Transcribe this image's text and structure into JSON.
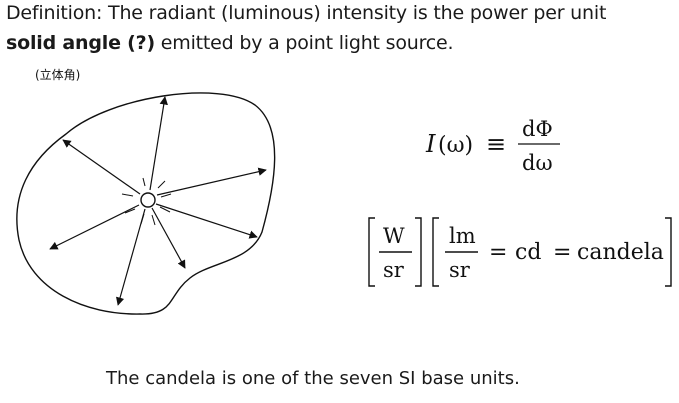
{
  "definition": {
    "line1": "Definition: The radiant (luminous) intensity is the power per unit",
    "line2_bold": "solid angle (?)",
    "line2_rest": " emitted by a point light source."
  },
  "note": "(立体角)",
  "formula1": {
    "lhs_symbol": "I",
    "lhs_arg": "(ω)",
    "relation": "≡",
    "numerator": "dΦ",
    "denominator": "dω"
  },
  "units": {
    "frac1_num": "W",
    "frac1_den": "sr",
    "frac2_num": "lm",
    "frac2_den": "sr",
    "eq1": "=",
    "unit_abbrev": "cd",
    "eq2": "=",
    "unit_name": "candela"
  },
  "footer": "The candela is one of the seven SI base units."
}
